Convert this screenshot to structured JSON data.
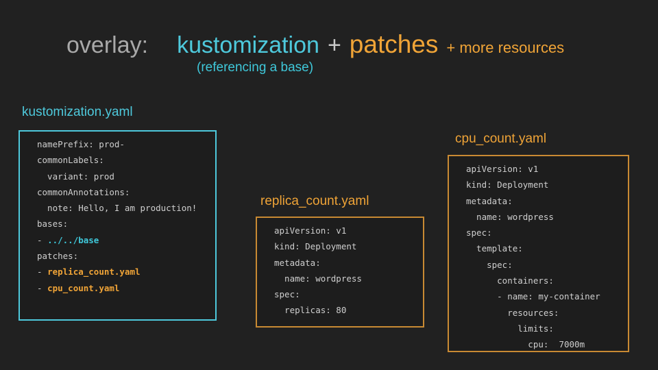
{
  "title": {
    "overlay": "overlay:",
    "kustomization": "kustomization",
    "plus": "+",
    "patches": "patches",
    "plus_more": "+ more resources",
    "subtitle": "(referencing a base)"
  },
  "colors": {
    "background": "#212121",
    "cyan_accent": "#4ec9dc",
    "orange_accent": "#f0a437",
    "orange_border": "#c98a33",
    "title_gray": "#a9a9a9",
    "code_text": "#cfcfcf"
  },
  "boxes": [
    {
      "id": "kustomization",
      "label": "kustomization.yaml",
      "accent": "cyan",
      "lines": [
        [
          {
            "t": "namePrefix: prod-",
            "c": "default"
          }
        ],
        [
          {
            "t": "commonLabels:",
            "c": "default"
          }
        ],
        [
          {
            "t": "  variant: prod",
            "c": "default"
          }
        ],
        [
          {
            "t": "commonAnnotations:",
            "c": "default"
          }
        ],
        [
          {
            "t": "  note: Hello, I am production!",
            "c": "default"
          }
        ],
        [
          {
            "t": "bases:",
            "c": "default"
          }
        ],
        [
          {
            "t": "- ",
            "c": "default"
          },
          {
            "t": "../../base",
            "c": "cyan"
          }
        ],
        [
          {
            "t": "patches:",
            "c": "default"
          }
        ],
        [
          {
            "t": "- ",
            "c": "default"
          },
          {
            "t": "replica_count.yaml",
            "c": "orange"
          }
        ],
        [
          {
            "t": "- ",
            "c": "default"
          },
          {
            "t": "cpu_count.yaml",
            "c": "orange"
          }
        ]
      ]
    },
    {
      "id": "replica-count",
      "label": "replica_count.yaml",
      "accent": "orange",
      "lines": [
        [
          {
            "t": "apiVersion: v1",
            "c": "default"
          }
        ],
        [
          {
            "t": "kind: Deployment",
            "c": "default"
          }
        ],
        [
          {
            "t": "metadata:",
            "c": "default"
          }
        ],
        [
          {
            "t": "  name: wordpress",
            "c": "default"
          }
        ],
        [
          {
            "t": "spec:",
            "c": "default"
          }
        ],
        [
          {
            "t": "  replicas: 80",
            "c": "default"
          }
        ]
      ]
    },
    {
      "id": "cpu-count",
      "label": "cpu_count.yaml",
      "accent": "orange",
      "lines": [
        [
          {
            "t": "apiVersion: v1",
            "c": "default"
          }
        ],
        [
          {
            "t": "kind: Deployment",
            "c": "default"
          }
        ],
        [
          {
            "t": "metadata:",
            "c": "default"
          }
        ],
        [
          {
            "t": "  name: wordpress",
            "c": "default"
          }
        ],
        [
          {
            "t": "spec:",
            "c": "default"
          }
        ],
        [
          {
            "t": "  template:",
            "c": "default"
          }
        ],
        [
          {
            "t": "    spec:",
            "c": "default"
          }
        ],
        [
          {
            "t": "      containers:",
            "c": "default"
          }
        ],
        [
          {
            "t": "      - name: my-container",
            "c": "default"
          }
        ],
        [
          {
            "t": "        resources:",
            "c": "default"
          }
        ],
        [
          {
            "t": "          limits:",
            "c": "default"
          }
        ],
        [
          {
            "t": "            cpu:  7000m",
            "c": "default"
          }
        ]
      ]
    }
  ]
}
